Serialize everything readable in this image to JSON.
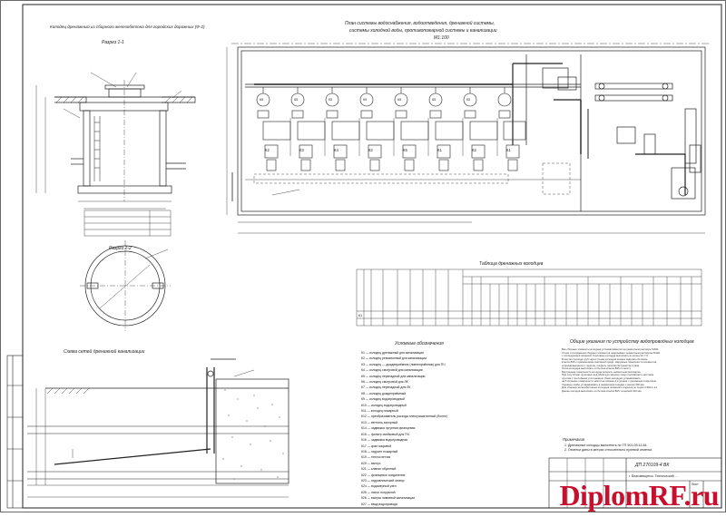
{
  "titles": {
    "well_title": "Колодец дренажный из сборного железобетона для городских дорожных (Ф-2)",
    "section_1_1": "Разрез 1-1",
    "section_2_2": "Разрез 2-2",
    "plan_title_line1": "План системы водоснабжения, водоотведения, дренажной системы,",
    "plan_title_line2": "системы холодной воды, противопожарной системы и канализации",
    "plan_title_line3": "М1:100",
    "drainage_scheme": "Схема сетей дренажной канализации",
    "wells_table_title": "Таблица дренажных колодцев",
    "legend_title": "Условные обозначения",
    "general_notes_title": "Общие указания по устройству водопроводных колодцев",
    "stamp_notes_title": "Примечания"
  },
  "wells": [
    "К1",
    "К2",
    "К3",
    "К4",
    "К5",
    "К6",
    "К7",
    "К8"
  ],
  "plan_row_labels": [
    "К2",
    "К3",
    "К4",
    "К2",
    "К5",
    "К1",
    "К2",
    "К1"
  ],
  "top_circles": [
    "К5",
    "К5",
    "К5",
    "К5",
    "К5",
    "К5",
    "К5"
  ],
  "legend_items": [
    "К1 — колодец дренажный для канализации",
    "К2 — колодец ревизионный для канализации",
    "К3 — колодец — дождеприёмник (ливнеприёмник) для ПЧ",
    "К4 — колодец смотровой для канализации",
    "К5 — колодец перепадный для канализации",
    "К6 — колодец смотровой для ЛК",
    "К7 — колодец перепадный для ЛК",
    "К8 — колодец дождеприёмный",
    "К9 — колодец водопроводный",
    "К10 — колодец водопроводный",
    "К11 — колодец пожарный",
    "К12 — преобразователь расхода электромагнитный (более)",
    "К13 — вентиль запорный",
    "К14 — задвижка чугунная фланцевая",
    "К15 — фильтр ячейковый для ПЧ",
    "К16 — задвижка водопроводная",
    "К17 — кран шаровой",
    "К18 — гидрант пожарный",
    "К19 — теплосчетчик",
    "К20 — вантуз",
    "К21 — клапан обратный",
    "К22 — фланцевое соединение",
    "К23 — гидравлический затвор",
    "К24 — водомерный узел",
    "К25 — насос погружной",
    "К26 — выпуск ливневой канализации",
    "К27 — ввод водопровода"
  ],
  "general_notes": [
    "Все сборные элементы колодцев устанавливаются на цементном растворе М100.",
    "Стыки и сопряжения сборных элементов заделывают цементным раствором М100 ",
    "с последующей затиркой. Горловину колодца выполнять из колец КС 7.6.",
    "В местах прохода труб через стенки колодцев зазоры заделать бетоном",
    "класса В15 с применением смоляной пряди. Наружные поверхности элементов,",
    "соприкасающиеся с грунтом, покрыть горячим битумом за 2 раза.",
    "Лотки колодцев выполнять из бетона класса В15 по месту.",
    "Внутренние поверхности колодца затереть цементным раствором.",
    "При отсутствии грунтовых вод обратную засыпку пазух производить местным",
    "грунтом с послойным уплотнением. Люки колодцев устанавливать ",
    "на 5 см выше поверхности земли на газонах и в уровне с дорожным покрытием.",
    "Ходовые скобы устанавливать в шахматном порядке с шагом 300 мм.",
    "Для сборных железобетонных колодцев применять изделия по серии 3.900.1-14.",
    "Днище колодца выполнять из бетона класса В15 толщиной 100 мм."
  ],
  "stamp_notes": [
    "1. Дренажные колодцы выполнять по ТП 901-09-11.84.",
    "2. Отметки даны в метрах относительно нулевой отметки."
  ],
  "stamp": {
    "code": "ДП 270109-4 ВК",
    "sheet_title": "г. Благовещенск. Технический ...",
    "sheet_label": "Лист"
  },
  "watermark": "DiplomRF.ru",
  "colors": {
    "line": "#222222",
    "watermark": "#c8102e",
    "paper": "#ffffff"
  }
}
